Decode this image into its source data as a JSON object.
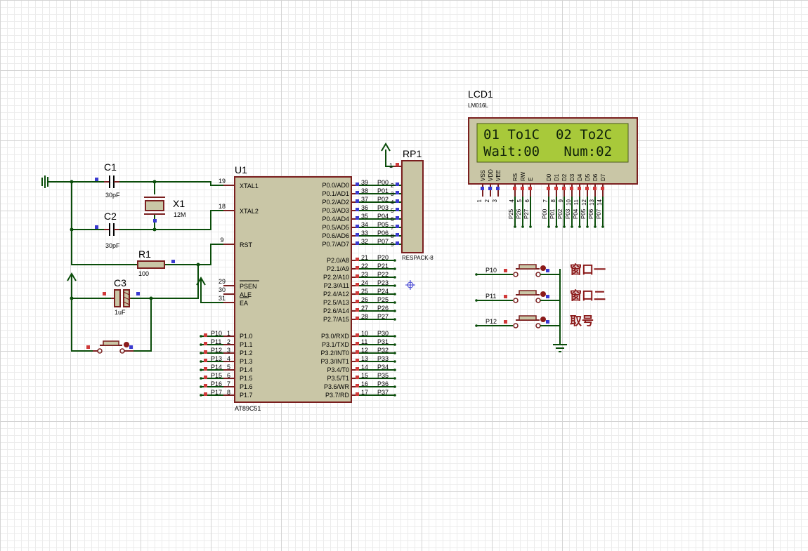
{
  "u1": {
    "ref": "U1",
    "part": "AT89C51",
    "left_pins": [
      {
        "num": "19",
        "name": "XTAL1"
      },
      {
        "num": "18",
        "name": "XTAL2"
      },
      {
        "num": "9",
        "name": "RST"
      },
      {
        "num": "29",
        "name": "PSEN"
      },
      {
        "num": "30",
        "name": "ALE"
      },
      {
        "num": "31",
        "name": "EA"
      }
    ],
    "p0_pins": [
      {
        "num": "39",
        "name": "P0.0/AD0",
        "net": "P00"
      },
      {
        "num": "38",
        "name": "P0.1/AD1",
        "net": "P01"
      },
      {
        "num": "37",
        "name": "P0.2/AD2",
        "net": "P02"
      },
      {
        "num": "36",
        "name": "P0.3/AD3",
        "net": "P03"
      },
      {
        "num": "35",
        "name": "P0.4/AD4",
        "net": "P04"
      },
      {
        "num": "34",
        "name": "P0.5/AD5",
        "net": "P05"
      },
      {
        "num": "33",
        "name": "P0.6/AD6",
        "net": "P06"
      },
      {
        "num": "32",
        "name": "P0.7/AD7",
        "net": "P07"
      }
    ],
    "p0_states": [
      "2",
      "3",
      "4",
      "5",
      "6",
      "7",
      "8",
      "9"
    ],
    "p2_pins": [
      {
        "num": "21",
        "name": "P2.0/A8",
        "net": "P20"
      },
      {
        "num": "22",
        "name": "P2.1/A9",
        "net": "P21"
      },
      {
        "num": "23",
        "name": "P2.2/A10",
        "net": "P22"
      },
      {
        "num": "24",
        "name": "P2.3/A11",
        "net": "P23"
      },
      {
        "num": "25",
        "name": "P2.4/A12",
        "net": "P24"
      },
      {
        "num": "26",
        "name": "P2.5/A13",
        "net": "P25"
      },
      {
        "num": "27",
        "name": "P2.6/A14",
        "net": "P26"
      },
      {
        "num": "28",
        "name": "P2.7/A15",
        "net": "P27"
      }
    ],
    "p3_pins": [
      {
        "num": "10",
        "name": "P3.0/RXD",
        "net": "P30"
      },
      {
        "num": "11",
        "name": "P3.1/TXD",
        "net": "P31"
      },
      {
        "num": "12",
        "name": "P3.2/INT0",
        "net": "P32"
      },
      {
        "num": "13",
        "name": "P3.3/INT1",
        "net": "P33"
      },
      {
        "num": "14",
        "name": "P3.4/T0",
        "net": "P34"
      },
      {
        "num": "15",
        "name": "P3.5/T1",
        "net": "P35"
      },
      {
        "num": "16",
        "name": "P3.6/WR",
        "net": "P36"
      },
      {
        "num": "17",
        "name": "P3.7/RD",
        "net": "P37"
      }
    ],
    "p1_pins": [
      {
        "num": "1",
        "name": "P1.0",
        "net": "P10"
      },
      {
        "num": "2",
        "name": "P1.1",
        "net": "P11"
      },
      {
        "num": "3",
        "name": "P1.2",
        "net": "P12"
      },
      {
        "num": "4",
        "name": "P1.3",
        "net": "P13"
      },
      {
        "num": "5",
        "name": "P1.4",
        "net": "P14"
      },
      {
        "num": "6",
        "name": "P1.5",
        "net": "P15"
      },
      {
        "num": "7",
        "name": "P1.6",
        "net": "P16"
      },
      {
        "num": "8",
        "name": "P1.7",
        "net": "P17"
      }
    ]
  },
  "c1": {
    "ref": "C1",
    "value": "30pF"
  },
  "c2": {
    "ref": "C2",
    "value": "30pF"
  },
  "c3": {
    "ref": "C3",
    "value": "1uF"
  },
  "x1": {
    "ref": "X1",
    "value": "12M"
  },
  "r1": {
    "ref": "R1",
    "value": "100"
  },
  "rp1": {
    "ref": "RP1",
    "part": "RESPACK-8",
    "pin1": "1"
  },
  "lcd": {
    "ref": "LCD1",
    "part": "LM016L",
    "line1": "01 To1C  02 To2C",
    "line2": "Wait:00   Num:02",
    "pin_names": [
      "VSS",
      "VDD",
      "VEE",
      "RS",
      "RW",
      "E",
      "D0",
      "D1",
      "D2",
      "D3",
      "D4",
      "D5",
      "D6",
      "D7"
    ],
    "pin_nums": [
      "1",
      "2",
      "3",
      "4",
      "5",
      "6",
      "7",
      "8",
      "9",
      "10",
      "11",
      "12",
      "13",
      "14"
    ],
    "ctrl_nets": [
      "P25",
      "P26",
      "P27"
    ],
    "data_nets": [
      "P00",
      "P01",
      "P02",
      "P03",
      "P04",
      "P05",
      "P06",
      "P07"
    ]
  },
  "buttons": [
    {
      "net": "P10",
      "label": "窗口一"
    },
    {
      "net": "P11",
      "label": "窗口二"
    },
    {
      "net": "P12",
      "label": "取号"
    }
  ],
  "colors": {
    "wire": "#0a4d0a",
    "body": "#c9c6a6",
    "outline": "#7a1f1f",
    "lcd_screen": "#a8c93a",
    "label": "#8b1a1a"
  }
}
